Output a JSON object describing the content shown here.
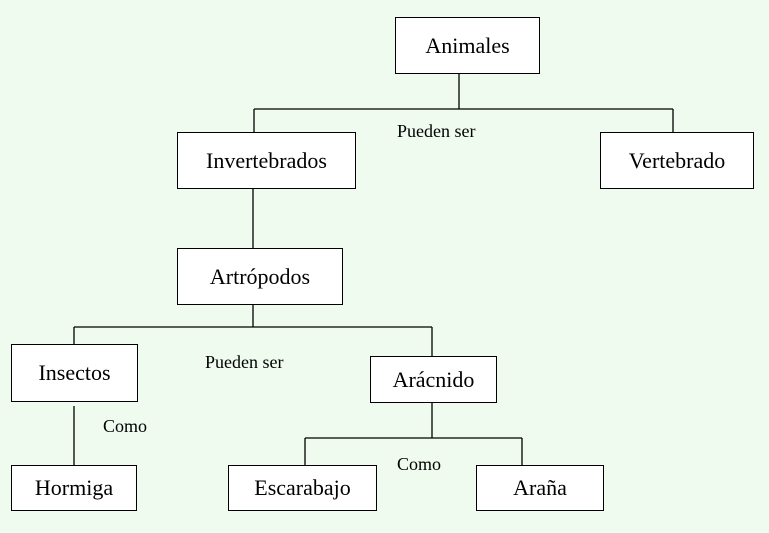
{
  "nodes": {
    "animales": "Animales",
    "invertebrados": "Invertebrados",
    "vertebrado": "Vertebrado",
    "artropodos": "Artrópodos",
    "insectos": "Insectos",
    "aracnido": "Arácnido",
    "hormiga": "Hormiga",
    "escarabajo": "Escarabajo",
    "arana": "Araña"
  },
  "labels": {
    "pueden_ser_1": "Pueden ser",
    "pueden_ser_2": "Pueden ser",
    "como_1": "Como",
    "como_2": "Como"
  },
  "colors": {
    "background": "#eefbee",
    "box_fill": "#ffffff",
    "line": "#000000"
  }
}
